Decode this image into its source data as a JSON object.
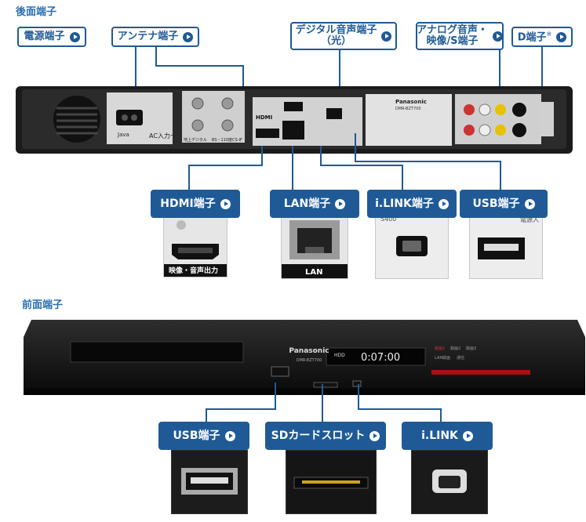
{
  "rear": {
    "title": "後面端子",
    "top_labels": {
      "power": "電源端子",
      "antenna": "アンテナ端子",
      "digital_audio_1": "デジタル音声端子",
      "digital_audio_2": "（光）",
      "analog_1": "アナログ音声・",
      "analog_2": "映像/S端子",
      "d_terminal": "D端子",
      "d_note": "※"
    },
    "bottom_labels": {
      "hdmi": "HDMI端子",
      "lan": "LAN端子",
      "ilink": "i.LINK端子",
      "usb": "USB端子"
    },
    "device_texts": {
      "ac_input": "AC入力～",
      "java": "Java",
      "hdmi_logo": "HDMI",
      "brand": "Panasonic",
      "model": "DMR-BZT700",
      "terrestrial": "地上デジタル",
      "bs_cs": "BS・110度CS-IF",
      "hdmi_photo": "映像・音声出力",
      "lan_photo": "LAN",
      "ilink_photo": "S400",
      "usb_photo": "電源入"
    }
  },
  "front": {
    "title": "前面端子",
    "labels": {
      "usb": "USB端子",
      "sd": "SDカードスロット",
      "ilink": "i.LINK"
    },
    "device_texts": {
      "brand": "Panasonic",
      "model": "DMR-BZT700",
      "display_mode": "HDD",
      "display_time": "0:07:00",
      "indicator_1": "録画1",
      "indicator_2": "録画2",
      "indicator_3": "録画3",
      "indicator_4": "LAN録画",
      "indicator_5": "通信"
    }
  },
  "colors": {
    "accent": "#1f5a96",
    "title": "#2a6fb0",
    "device": "#1b1b1b"
  }
}
